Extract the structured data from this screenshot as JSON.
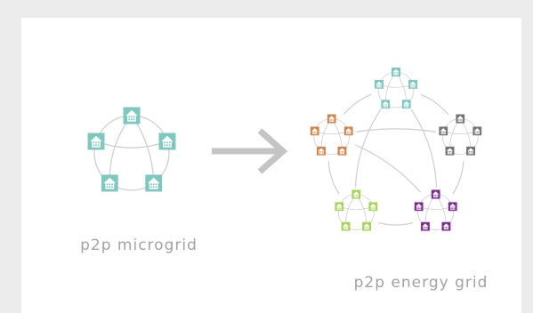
{
  "captions": {
    "left": "p2p microgrid",
    "right": "p2p energy grid"
  },
  "colors": {
    "page_background": "#ececec",
    "panel_background": "#ffffff",
    "link_gray": "#cfcfcf",
    "arrow_gray": "#c4c4c4",
    "caption_gray": "#a3a3a3",
    "microgrid_house": "#7fc8bf"
  },
  "microgrid": {
    "houses": 5,
    "house_icon": "house-icon",
    "color": "#7fc8bf"
  },
  "transition_arrow": {
    "icon": "arrow-right-icon"
  },
  "energy_grid": {
    "clusters": [
      {
        "name": "cluster-top",
        "color": "#7fc8bf",
        "houses": 5
      },
      {
        "name": "cluster-right",
        "color": "#757575",
        "houses": 5
      },
      {
        "name": "cluster-bottom-right",
        "color": "#7b2e8f",
        "houses": 5
      },
      {
        "name": "cluster-bottom-left",
        "color": "#a6d455",
        "houses": 5
      },
      {
        "name": "cluster-left",
        "color": "#d2854d",
        "houses": 5
      }
    ]
  }
}
